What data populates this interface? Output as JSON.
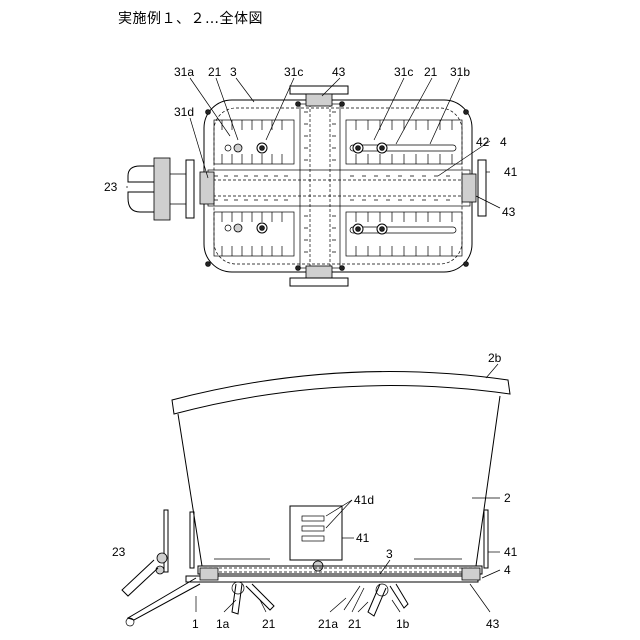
{
  "figure": {
    "title": "実施例１、２…全体図"
  },
  "top_view_labels": {
    "l31a": "31a",
    "l21a": "21",
    "l3": "3",
    "l31c_left": "31c",
    "l43_top": "43",
    "l31c_right": "31c",
    "l21b": "21",
    "l31b": "31b",
    "l31d": "31d",
    "l42": "42",
    "l4": "4",
    "l23": "23",
    "l41": "41",
    "l43_right": "43"
  },
  "side_view_labels": {
    "l2b": "2b",
    "l2": "2",
    "l41d": "41d",
    "l41_center": "41",
    "l3": "3",
    "l23": "23",
    "l41_right": "41",
    "l4": "4",
    "l1": "1",
    "l1a": "1a",
    "l21_left": "21",
    "l21a": "21a",
    "l21_right": "21",
    "l1b": "1b",
    "l43": "43"
  }
}
